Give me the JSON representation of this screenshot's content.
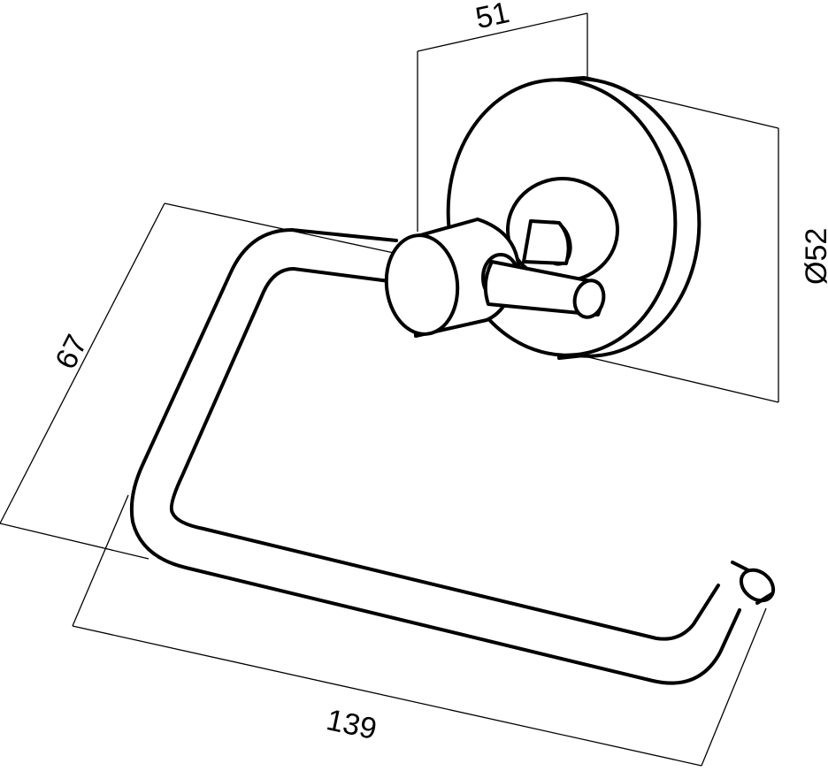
{
  "dimensions": {
    "depth": "51",
    "diameter": "Ø52",
    "height": "67",
    "width": "139"
  }
}
